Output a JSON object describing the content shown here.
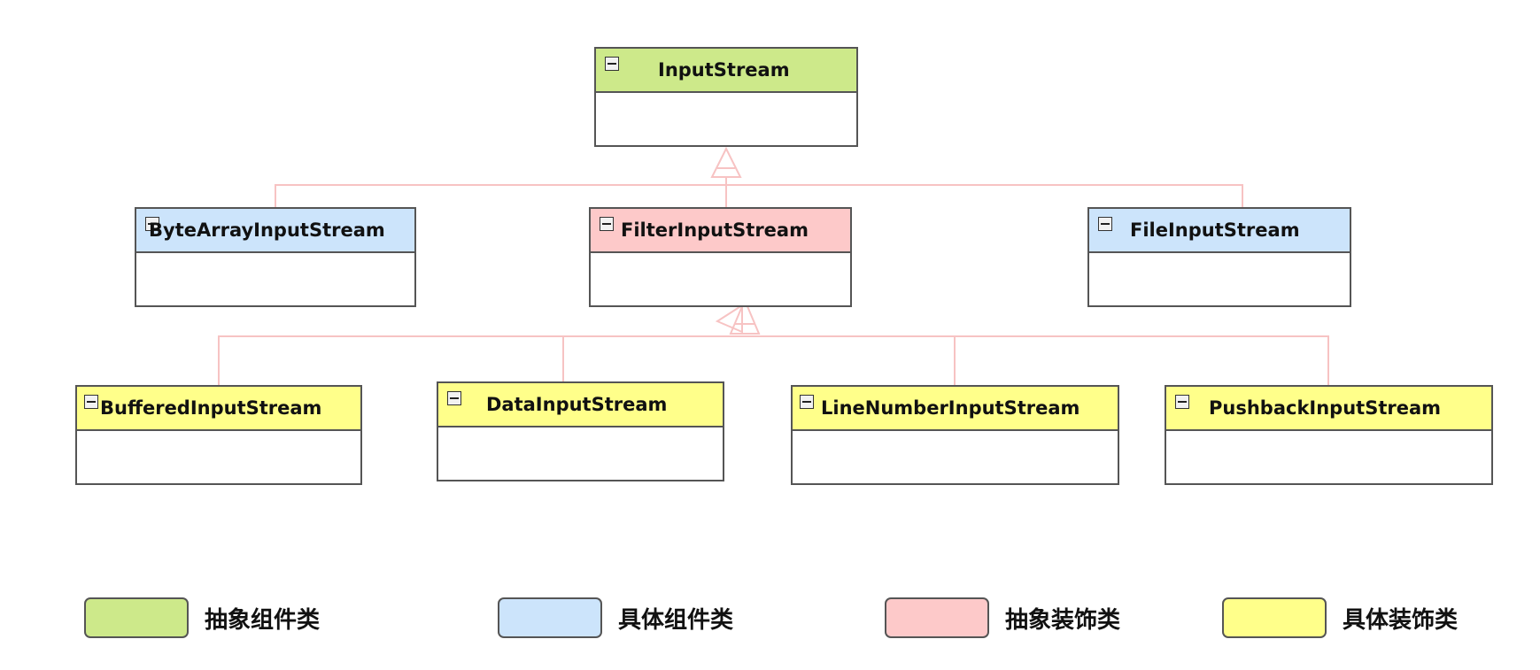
{
  "colors": {
    "abstract_component": "#cde98a",
    "concrete_component": "#cce4fb",
    "abstract_decorator": "#fdc9c9",
    "concrete_decorator": "#ffff8a",
    "connector": "#f7c3c3",
    "border": "#555555"
  },
  "classes": {
    "input_stream": "InputStream",
    "byte_array_input_stream": "ByteArrayInputStream",
    "filter_input_stream": "FilterInputStream",
    "file_input_stream": "FileInputStream",
    "buffered_input_stream": "BufferedInputStream",
    "data_input_stream": "DataInputStream",
    "line_number_input_stream": "LineNumberInputStream",
    "pushback_input_stream": "PushbackInputStream"
  },
  "legend": {
    "abstract_component": "抽象组件类",
    "concrete_component": "具体组件类",
    "abstract_decorator": "抽象装饰类",
    "concrete_decorator": "具体装饰类"
  },
  "icons": {
    "collapse": "collapse-icon",
    "generalization_arrow": "hollow-triangle-arrow"
  }
}
